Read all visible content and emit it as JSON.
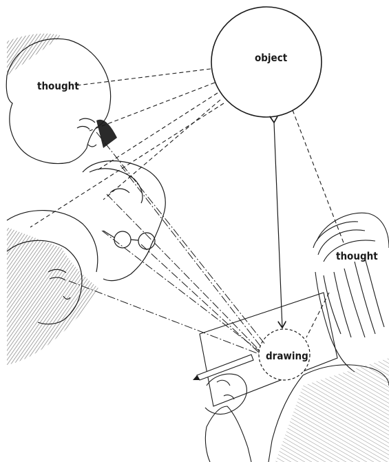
{
  "labels": {
    "object": "object",
    "thought_left": "thought",
    "thought_right": "thought",
    "drawing": "drawing"
  },
  "colors": {
    "ink": "#1a1a1a",
    "background": "#ffffff",
    "hatch": "#555555"
  },
  "icons": {
    "viewers": "viewer-heads-illustration",
    "artist": "artist-drawing-illustration",
    "pencil": "pencil-icon"
  }
}
